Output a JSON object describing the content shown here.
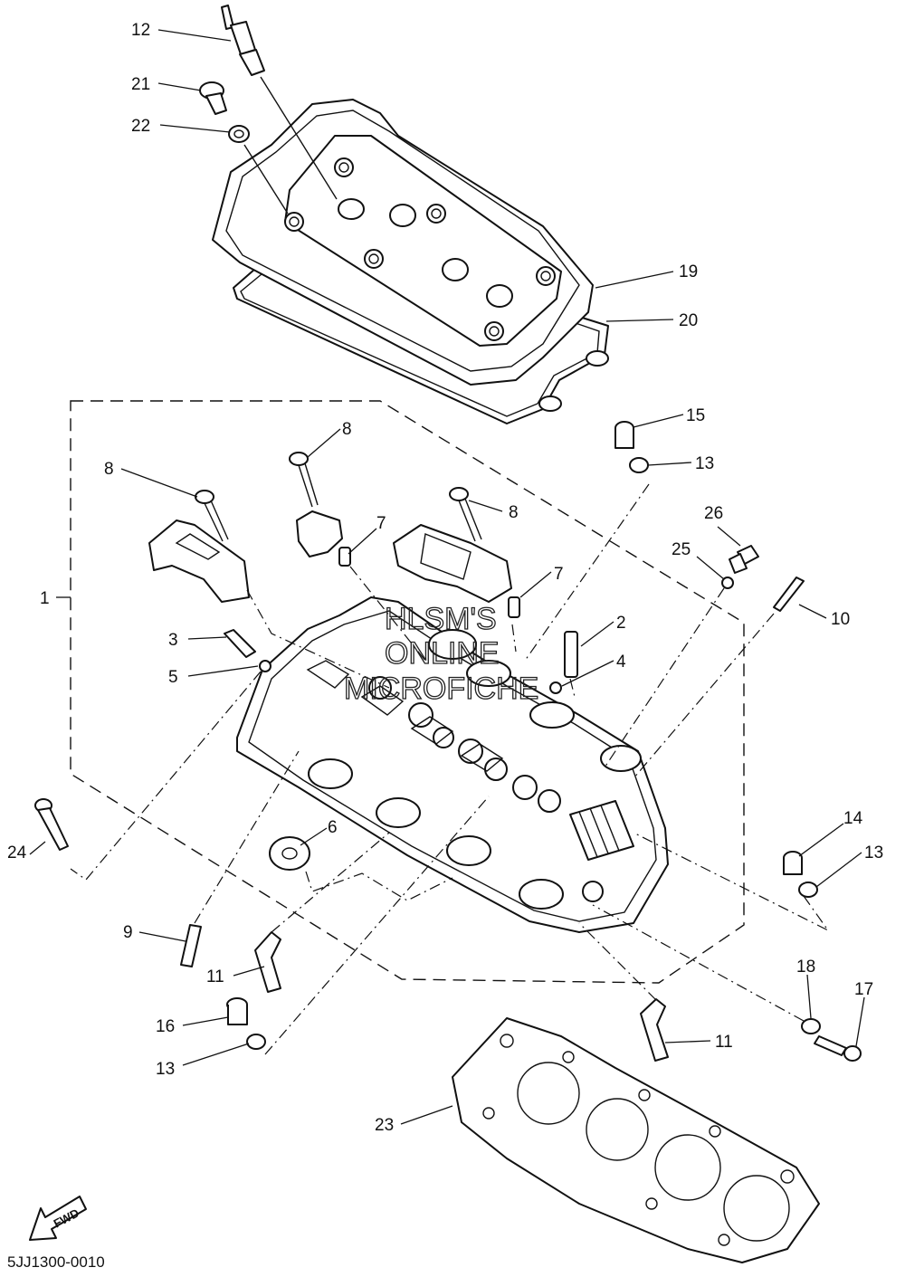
{
  "diagram": {
    "code": "5JJ1300-0010",
    "fwd_label": "FWD",
    "watermark": [
      "HLSM'S",
      "ONLINE",
      "MICROFICHE"
    ],
    "callouts": [
      {
        "n": "12"
      },
      {
        "n": "21"
      },
      {
        "n": "22"
      },
      {
        "n": "19"
      },
      {
        "n": "20"
      },
      {
        "n": "15"
      },
      {
        "n": "13"
      },
      {
        "n": "8"
      },
      {
        "n": "8"
      },
      {
        "n": "8"
      },
      {
        "n": "26"
      },
      {
        "n": "25"
      },
      {
        "n": "7"
      },
      {
        "n": "7"
      },
      {
        "n": "1"
      },
      {
        "n": "10"
      },
      {
        "n": "3"
      },
      {
        "n": "2"
      },
      {
        "n": "5"
      },
      {
        "n": "4"
      },
      {
        "n": "14"
      },
      {
        "n": "13"
      },
      {
        "n": "24"
      },
      {
        "n": "6"
      },
      {
        "n": "9"
      },
      {
        "n": "11"
      },
      {
        "n": "18"
      },
      {
        "n": "17"
      },
      {
        "n": "16"
      },
      {
        "n": "11"
      },
      {
        "n": "13"
      },
      {
        "n": "23"
      }
    ]
  }
}
